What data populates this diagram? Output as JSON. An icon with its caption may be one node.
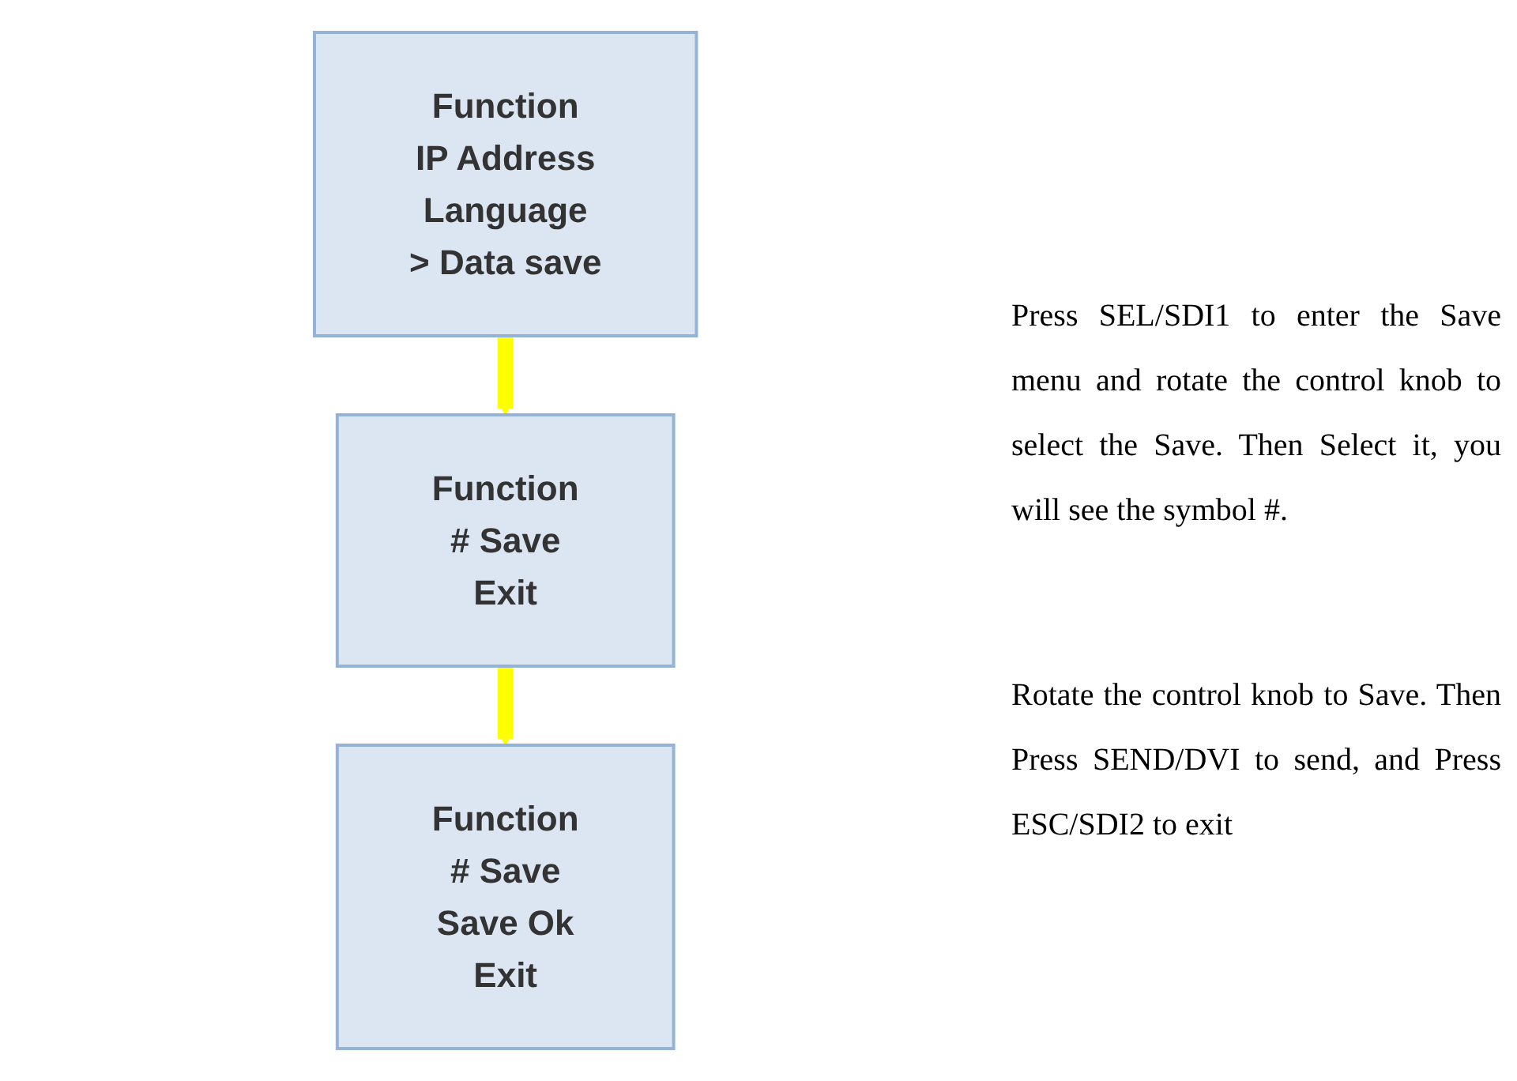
{
  "diagram": {
    "nodes": [
      {
        "text": [
          "Function",
          "IP Address",
          "Language",
          "> Data save"
        ]
      },
      {
        "text": [
          "Function",
          "# Save",
          "Exit"
        ]
      },
      {
        "text": [
          "Function",
          "# Save",
          "Save Ok",
          "Exit"
        ]
      }
    ],
    "edges": [
      {
        "from": 0,
        "to": 1,
        "arrow": "to",
        "color": "#ffff00"
      },
      {
        "from": 1,
        "to": 2,
        "arrow": "to",
        "color": "#ffff00"
      }
    ],
    "labels": [
      "Press SEL/SDI1 to enter the Save menu and rotate the control knob to select the Save. Then Select it, you will see the symbol #.",
      "Rotate the control knob to Save. Then Press SEND/DVI to send, and Press ESC/SDI2 to exit"
    ]
  }
}
